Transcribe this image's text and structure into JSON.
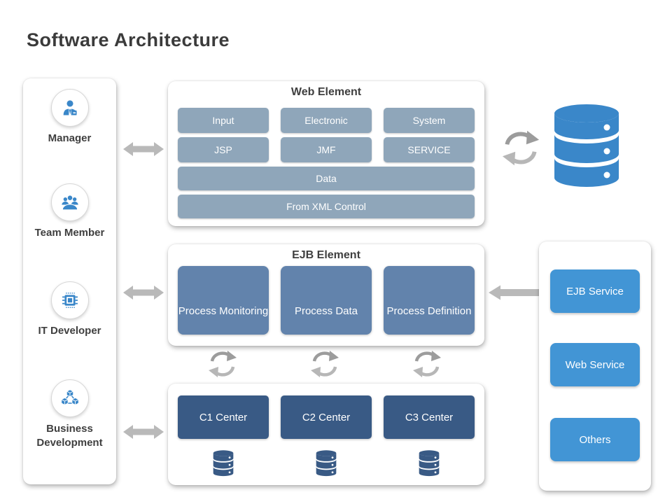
{
  "page": {
    "title": "Software Architecture"
  },
  "colors": {
    "icon_blue": "#3a87c9",
    "web_button_blue_gray": "#8fa6ba",
    "ejb_box_blue": "#6283ac",
    "center_box_navy": "#395a85",
    "service_button_blue": "#4295d5",
    "database_blue": "#3a87c9",
    "arrow_gray": "#b9b9b9",
    "title_text": "#3b3b3b"
  },
  "sidebar": {
    "items": [
      {
        "label": "Manager",
        "icon": "manager-person-icon"
      },
      {
        "label": "Team Member",
        "icon": "team-group-icon"
      },
      {
        "label": "IT Developer",
        "icon": "cpu-chip-icon"
      },
      {
        "label": "Business Development",
        "icon": "linked-cubes-icon"
      }
    ]
  },
  "web_panel": {
    "title": "Web Element",
    "buttons": [
      {
        "label": "Input"
      },
      {
        "label": "Electronic"
      },
      {
        "label": "System"
      },
      {
        "label": "JSP"
      },
      {
        "label": "JMF"
      },
      {
        "label": "SERVICE"
      }
    ],
    "bars": [
      {
        "label": "Data"
      },
      {
        "label": "From XML Control"
      }
    ]
  },
  "ejb_panel": {
    "title": "EJB Element",
    "boxes": [
      {
        "label": "Process Monitoring"
      },
      {
        "label": "Process Data"
      },
      {
        "label": "Process Definition"
      }
    ]
  },
  "centers_panel": {
    "boxes": [
      {
        "label": "C1 Center"
      },
      {
        "label": "C2 Center"
      },
      {
        "label": "C3 Center"
      }
    ]
  },
  "services_panel": {
    "buttons": [
      {
        "label": "EJB Service"
      },
      {
        "label": "Web Service"
      },
      {
        "label": "Others"
      }
    ]
  }
}
